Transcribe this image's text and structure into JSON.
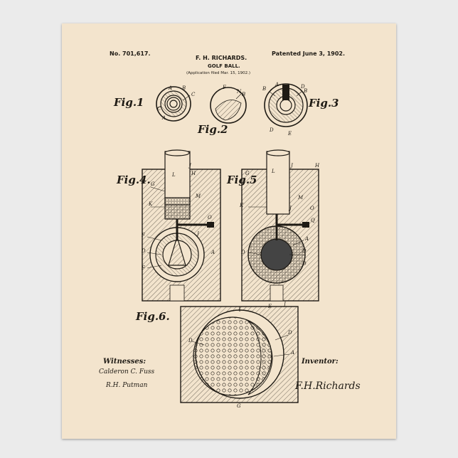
{
  "header": {
    "patent_no": "No. 701,617.",
    "patent_date": "Patented June 3, 1902.",
    "inventor_name": "F. H. RICHARDS.",
    "title": "GOLF BALL.",
    "filed": "(Application filed Mar. 15, 1902.)"
  },
  "figures": {
    "fig1": "Fig.1",
    "fig2": "Fig.2",
    "fig3": "Fig.3",
    "fig4": "Fig.4.",
    "fig5": "Fig.5",
    "fig6": "Fig.6."
  },
  "footer": {
    "witnesses_label": "Witnesses:",
    "witness_1": "Calderon C. Fuss",
    "witness_2": "R.H. Putman",
    "inventor_label": "Inventor:",
    "inventor_signature": "F.H.Richards"
  },
  "colors": {
    "paper": "#f3e4cd",
    "ink": "#1e1a14",
    "background": "#ebebeb"
  }
}
